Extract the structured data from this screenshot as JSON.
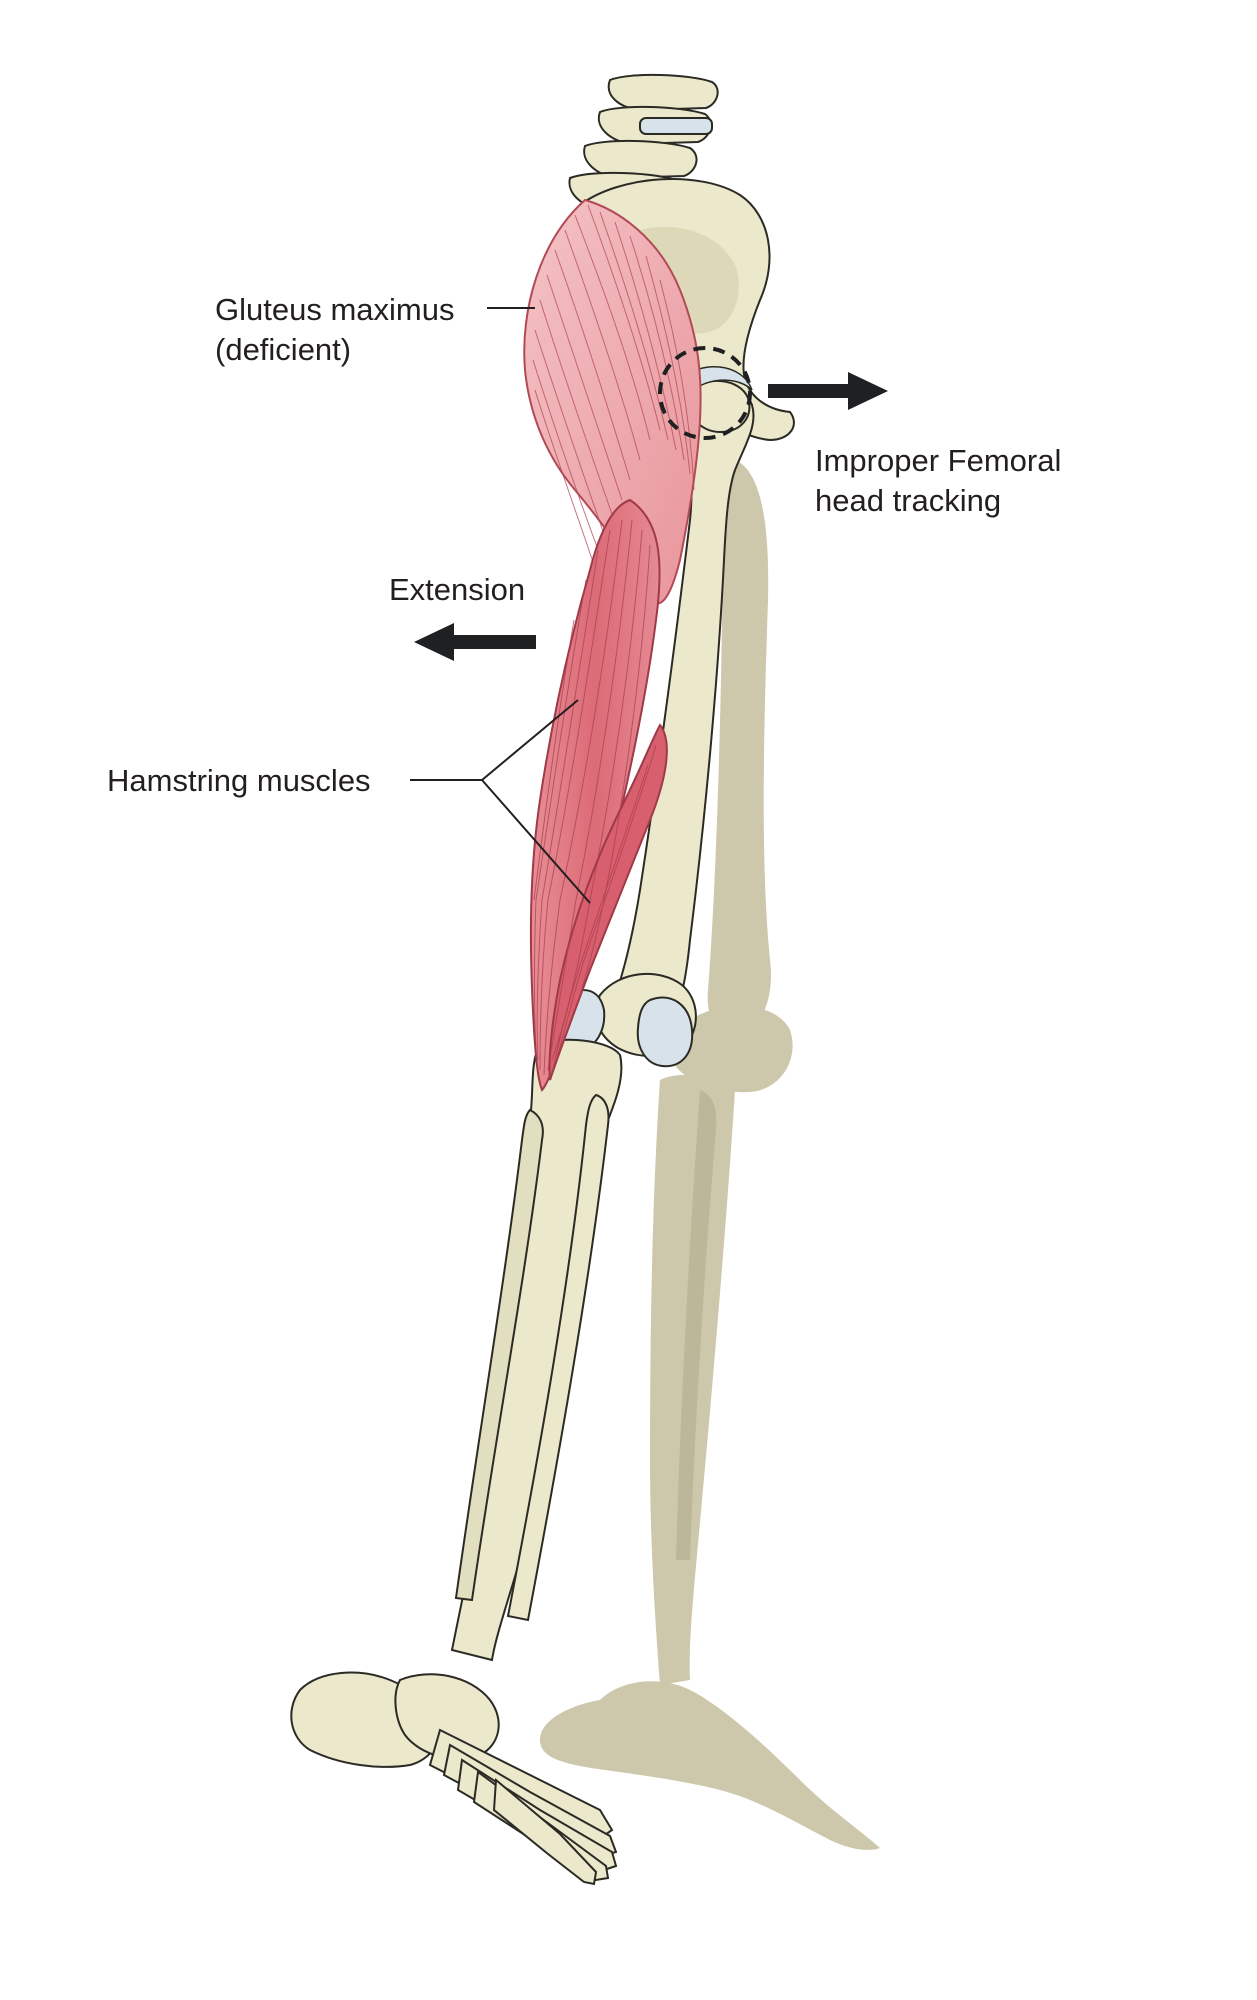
{
  "labels": {
    "gluteus_line1": "Gluteus maximus",
    "gluteus_line2": "(deficient)",
    "femoral_line1": "Improper Femoral",
    "femoral_line2": "head tracking",
    "extension": "Extension",
    "hamstring": "Hamstring muscles"
  },
  "colors": {
    "bone": "#e9e6c8",
    "bone_outline": "#2b2a24",
    "shadow_leg": "#cdc8ab",
    "muscle": "#e07a84",
    "muscle_dark": "#c94e5c",
    "muscle_light": "#f2b7bc",
    "cartilage": "#d7e2ea",
    "arrow": "#1f2022"
  },
  "icons": {
    "extension_arrow": "arrow-left-icon",
    "femoral_arrow": "arrow-right-icon",
    "hip_joint_marker": "dashed-circle-icon"
  }
}
